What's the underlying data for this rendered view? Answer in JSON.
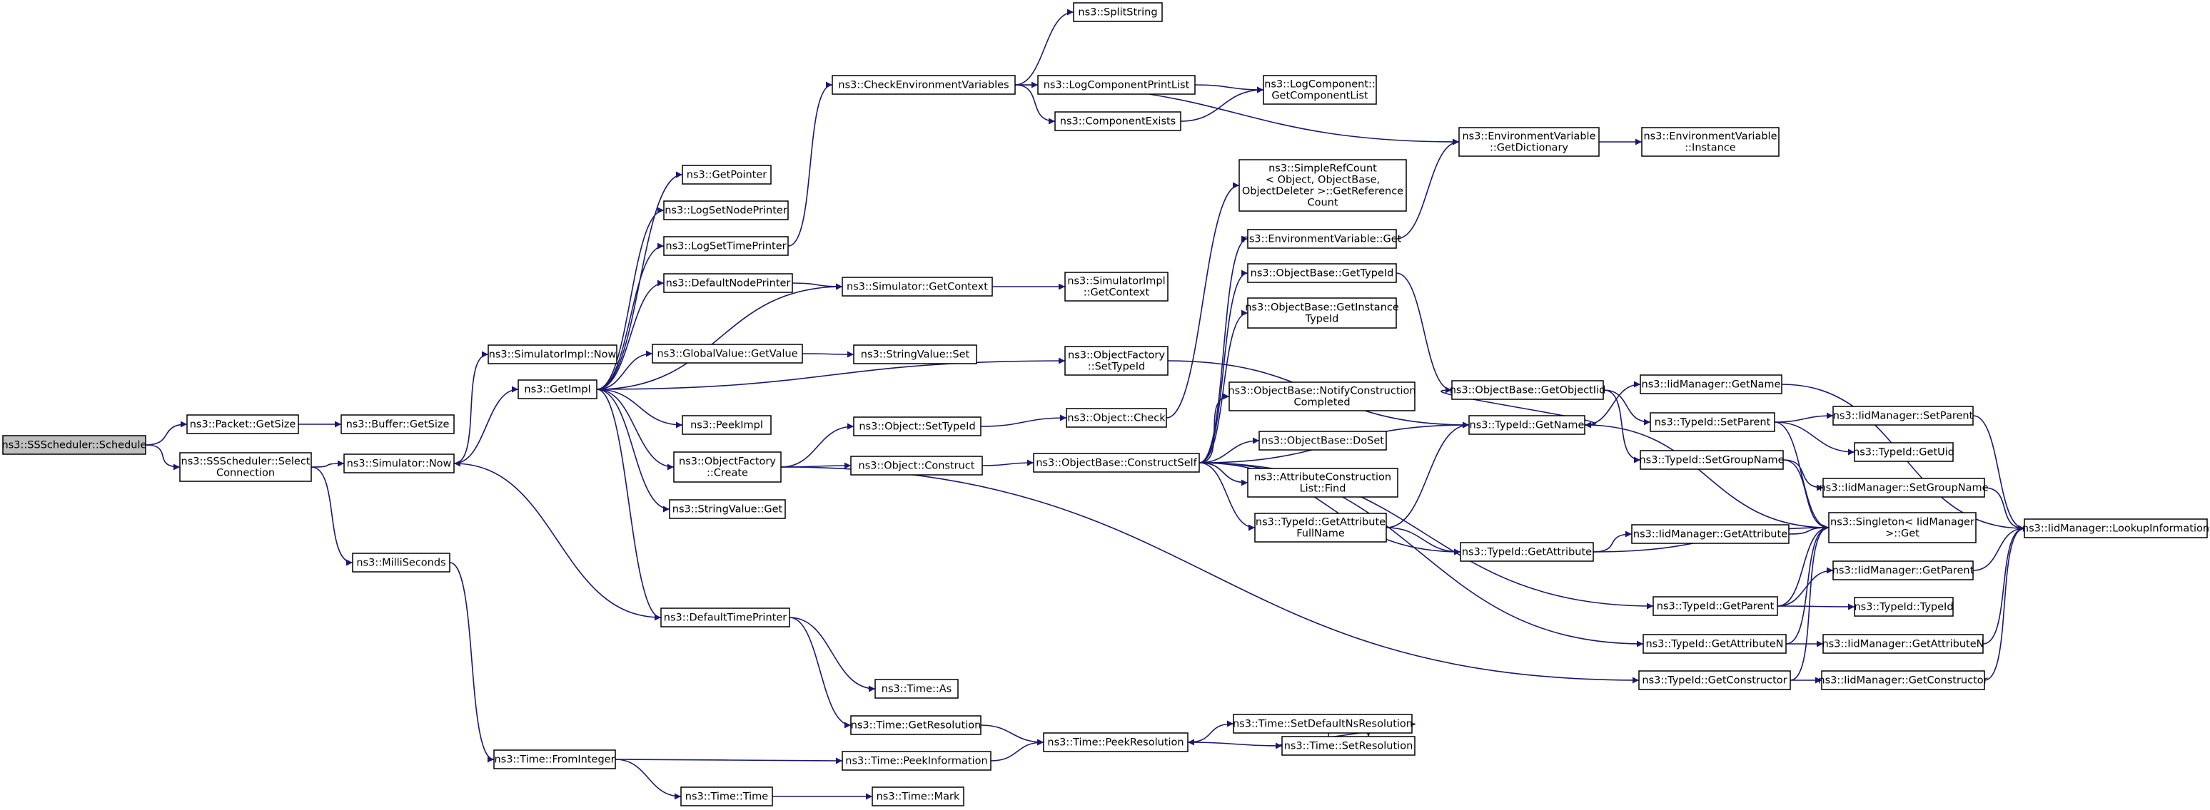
{
  "graph": {
    "edge_color": "#191970",
    "root_fill": "#bfbfbf",
    "nodes": [
      {
        "id": "root",
        "lines": [
          "ns3::SSScheduler::Schedule"
        ]
      },
      {
        "id": "pktGetSize",
        "lines": [
          "ns3::Packet::GetSize"
        ]
      },
      {
        "id": "selConn",
        "lines": [
          "ns3::SSScheduler::Select",
          "Connection"
        ]
      },
      {
        "id": "bufGetSize",
        "lines": [
          "ns3::Buffer::GetSize"
        ]
      },
      {
        "id": "simNow",
        "lines": [
          "ns3::Simulator::Now"
        ]
      },
      {
        "id": "milli",
        "lines": [
          "ns3::MilliSeconds"
        ]
      },
      {
        "id": "implNow",
        "lines": [
          "ns3::SimulatorImpl::Now"
        ]
      },
      {
        "id": "getImpl",
        "lines": [
          "ns3::GetImpl"
        ]
      },
      {
        "id": "fromInt",
        "lines": [
          "ns3::Time::FromInteger"
        ]
      },
      {
        "id": "getPointer",
        "lines": [
          "ns3::GetPointer"
        ]
      },
      {
        "id": "logNode",
        "lines": [
          "ns3::LogSetNodePrinter"
        ]
      },
      {
        "id": "logTime",
        "lines": [
          "ns3::LogSetTimePrinter"
        ]
      },
      {
        "id": "defNode",
        "lines": [
          "ns3::DefaultNodePrinter"
        ]
      },
      {
        "id": "gvGet",
        "lines": [
          "ns3::GlobalValue::GetValue"
        ]
      },
      {
        "id": "peekImpl",
        "lines": [
          "ns3::PeekImpl"
        ]
      },
      {
        "id": "ofCreate",
        "lines": [
          "ns3::ObjectFactory",
          "::Create"
        ]
      },
      {
        "id": "svGet",
        "lines": [
          "ns3::StringValue::Get"
        ]
      },
      {
        "id": "defTime",
        "lines": [
          "ns3::DefaultTimePrinter"
        ]
      },
      {
        "id": "timeTime",
        "lines": [
          "ns3::Time::Time"
        ]
      },
      {
        "id": "checkEnv",
        "lines": [
          "ns3::CheckEnvironmentVariables"
        ]
      },
      {
        "id": "simCtx",
        "lines": [
          "ns3::Simulator::GetContext"
        ]
      },
      {
        "id": "svSet",
        "lines": [
          "ns3::StringValue::Set"
        ]
      },
      {
        "id": "objSetTid",
        "lines": [
          "ns3::Object::SetTypeId"
        ]
      },
      {
        "id": "objConstruct",
        "lines": [
          "ns3::Object::Construct"
        ]
      },
      {
        "id": "timeAs",
        "lines": [
          "ns3::Time::As"
        ]
      },
      {
        "id": "getRes",
        "lines": [
          "ns3::Time::GetResolution"
        ]
      },
      {
        "id": "peekInfo",
        "lines": [
          "ns3::Time::PeekInformation"
        ]
      },
      {
        "id": "timeMark",
        "lines": [
          "ns3::Time::Mark"
        ]
      },
      {
        "id": "split",
        "lines": [
          "ns3::SplitString"
        ]
      },
      {
        "id": "logPrint",
        "lines": [
          "ns3::LogComponentPrintList"
        ]
      },
      {
        "id": "compExists",
        "lines": [
          "ns3::ComponentExists"
        ]
      },
      {
        "id": "implCtx",
        "lines": [
          "ns3::SimulatorImpl",
          "::GetContext"
        ]
      },
      {
        "id": "ofSetTid",
        "lines": [
          "ns3::ObjectFactory",
          "::SetTypeId"
        ]
      },
      {
        "id": "objCheck",
        "lines": [
          "ns3::Object::Check"
        ]
      },
      {
        "id": "obConstruct",
        "lines": [
          "ns3::ObjectBase::ConstructSelf"
        ]
      },
      {
        "id": "peekRes",
        "lines": [
          "ns3::Time::PeekResolution"
        ]
      },
      {
        "id": "logCompList",
        "lines": [
          "ns3::LogComponent::",
          "GetComponentList"
        ]
      },
      {
        "id": "simpleRef",
        "lines": [
          "ns3::SimpleRefCount",
          "< Object, ObjectBase,",
          "ObjectDeleter >::GetReference",
          "Count"
        ]
      },
      {
        "id": "envGet",
        "lines": [
          "ns3::EnvironmentVariable::Get"
        ]
      },
      {
        "id": "obGetTid",
        "lines": [
          "ns3::ObjectBase::GetTypeId"
        ]
      },
      {
        "id": "obGetInst",
        "lines": [
          "ns3::ObjectBase::GetInstance",
          "TypeId"
        ]
      },
      {
        "id": "obNotify",
        "lines": [
          "ns3::ObjectBase::NotifyConstruction",
          "Completed"
        ]
      },
      {
        "id": "obDoSet",
        "lines": [
          "ns3::ObjectBase::DoSet"
        ]
      },
      {
        "id": "attrFind",
        "lines": [
          "ns3::AttributeConstruction",
          "List::Find"
        ]
      },
      {
        "id": "tidAttrFull",
        "lines": [
          "ns3::TypeId::GetAttribute",
          "FullName"
        ]
      },
      {
        "id": "setDefNs",
        "lines": [
          "ns3::Time::SetDefaultNsResolution"
        ]
      },
      {
        "id": "setRes",
        "lines": [
          "ns3::Time::SetResolution"
        ]
      },
      {
        "id": "envDict",
        "lines": [
          "ns3::EnvironmentVariable",
          "::GetDictionary"
        ]
      },
      {
        "id": "envInst",
        "lines": [
          "ns3::EnvironmentVariable",
          "::Instance"
        ]
      },
      {
        "id": "obGetOid",
        "lines": [
          "ns3::ObjectBase::GetObjectIid"
        ]
      },
      {
        "id": "tidGetName",
        "lines": [
          "ns3::TypeId::GetName"
        ]
      },
      {
        "id": "tidGetAttr",
        "lines": [
          "ns3::TypeId::GetAttribute"
        ]
      },
      {
        "id": "tidGetParent",
        "lines": [
          "ns3::TypeId::GetParent"
        ]
      },
      {
        "id": "tidGetAttrN",
        "lines": [
          "ns3::TypeId::GetAttributeN"
        ]
      },
      {
        "id": "tidGetCons",
        "lines": [
          "ns3::TypeId::GetConstructor"
        ]
      },
      {
        "id": "iidGetName",
        "lines": [
          "ns3::IidManager::GetName"
        ]
      },
      {
        "id": "tidSetParent",
        "lines": [
          "ns3::TypeId::SetParent"
        ]
      },
      {
        "id": "tidSetGroup",
        "lines": [
          "ns3::TypeId::SetGroupName"
        ]
      },
      {
        "id": "iidGetAttr",
        "lines": [
          "ns3::IidManager::GetAttribute"
        ]
      },
      {
        "id": "singleton",
        "lines": [
          "ns3::Singleton< IidManager",
          ">::Get"
        ]
      },
      {
        "id": "iidSetParent",
        "lines": [
          "ns3::IidManager::SetParent"
        ]
      },
      {
        "id": "tidGetUid",
        "lines": [
          "ns3::TypeId::GetUid"
        ]
      },
      {
        "id": "iidSetGroup",
        "lines": [
          "ns3::IidManager::SetGroupName"
        ]
      },
      {
        "id": "iidGetParent",
        "lines": [
          "ns3::IidManager::GetParent"
        ]
      },
      {
        "id": "tidTypeId",
        "lines": [
          "ns3::TypeId::TypeId"
        ]
      },
      {
        "id": "iidGetAttrN",
        "lines": [
          "ns3::IidManager::GetAttributeN"
        ]
      },
      {
        "id": "iidGetCons",
        "lines": [
          "ns3::IidManager::GetConstructor"
        ]
      },
      {
        "id": "iidLookup",
        "lines": [
          "ns3::IidManager::LookupInformation"
        ]
      }
    ]
  }
}
